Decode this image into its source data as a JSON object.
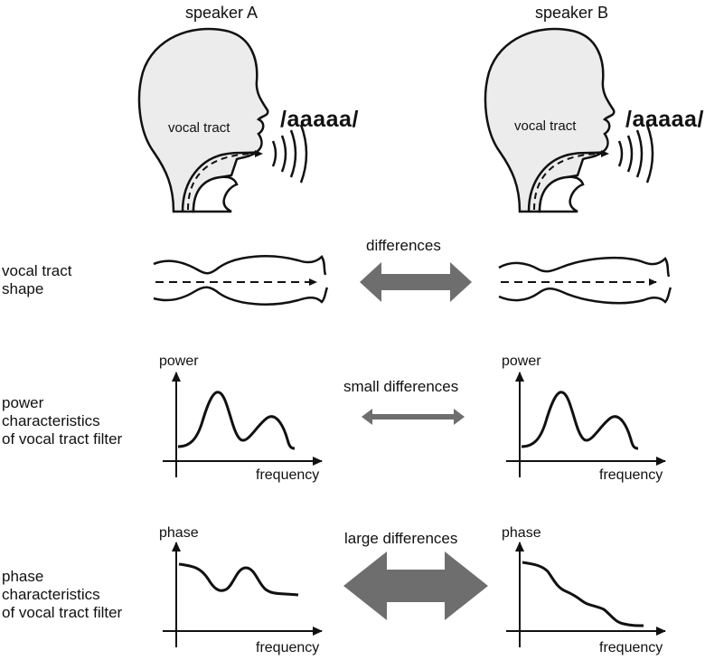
{
  "speakers": {
    "a": {
      "name": "speaker A",
      "tract_label": "vocal tract",
      "sound": "/aaaaa/"
    },
    "b": {
      "name": "speaker B",
      "tract_label": "vocal tract",
      "sound": "/aaaaa/"
    }
  },
  "rows": {
    "shape": {
      "label_line1": "vocal tract",
      "label_line2": "shape",
      "comparison": "differences"
    },
    "power": {
      "label_line1": "power",
      "label_line2": "characteristics",
      "label_line3": "of vocal tract filter",
      "y_axis": "power",
      "x_axis": "frequency",
      "comparison": "small differences"
    },
    "phase": {
      "label_line1": "phase",
      "label_line2": "characteristics",
      "label_line3": "of vocal tract filter",
      "y_axis": "phase",
      "x_axis": "frequency",
      "comparison": "large differences"
    }
  },
  "colors": {
    "arrow_gray": "#6e6e6e",
    "head_fill": "#ececec",
    "stroke": "#111111"
  }
}
